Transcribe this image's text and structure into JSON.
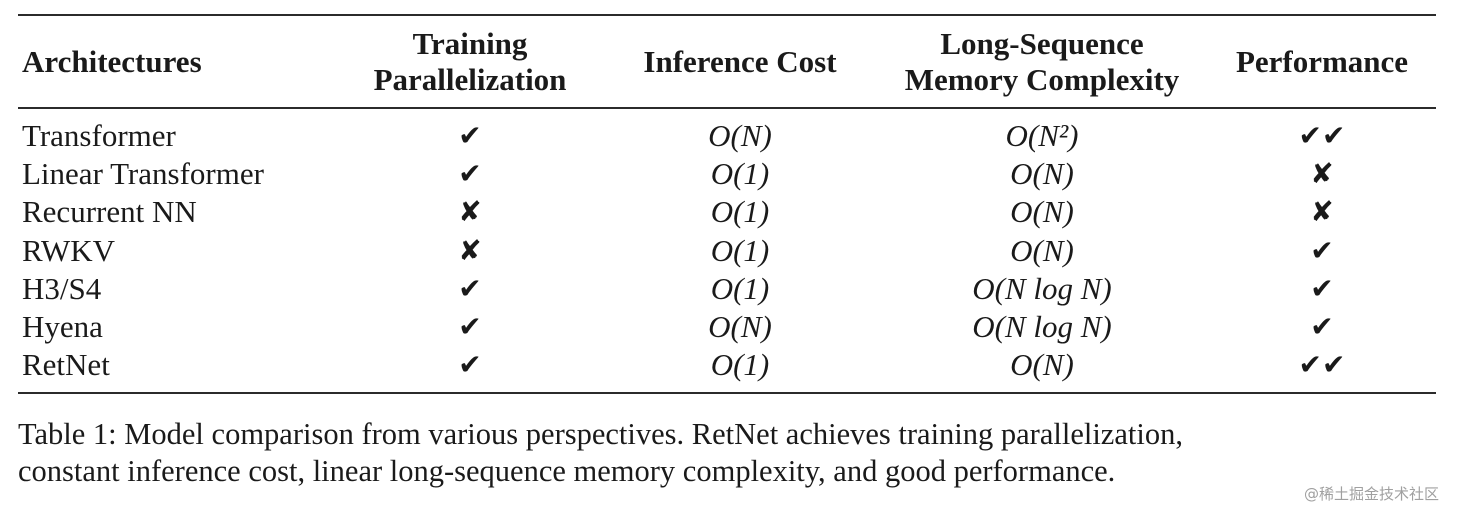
{
  "table": {
    "headers": [
      [
        "Architectures"
      ],
      [
        "Training",
        "Parallelization"
      ],
      [
        "Inference Cost"
      ],
      [
        "Long-Sequence",
        "Memory Complexity"
      ],
      [
        "Performance"
      ]
    ],
    "rows": [
      {
        "name": "Transformer",
        "training": "✔",
        "inference": "O(N)",
        "memory": "O(N²)",
        "performance": "✔✔"
      },
      {
        "name": "Linear Transformer",
        "training": "✔",
        "inference": "O(1)",
        "memory": "O(N)",
        "performance": "✘"
      },
      {
        "name": "Recurrent NN",
        "training": "✘",
        "inference": "O(1)",
        "memory": "O(N)",
        "performance": "✘"
      },
      {
        "name": "RWKV",
        "training": "✘",
        "inference": "O(1)",
        "memory": "O(N)",
        "performance": "✔"
      },
      {
        "name": "H3/S4",
        "training": "✔",
        "inference": "O(1)",
        "memory": "O(N log N)",
        "performance": "✔"
      },
      {
        "name": "Hyena",
        "training": "✔",
        "inference": "O(N)",
        "memory": "O(N log N)",
        "performance": "✔"
      },
      {
        "name": "RetNet",
        "training": "✔",
        "inference": "O(1)",
        "memory": "O(N)",
        "performance": "✔✔"
      }
    ]
  },
  "caption": {
    "line1": "Table 1: Model comparison from various perspectives.  RetNet achieves training parallelization,",
    "line2": "constant inference cost, linear long-sequence memory complexity, and good performance."
  },
  "watermark": "@稀土掘金技术社区"
}
